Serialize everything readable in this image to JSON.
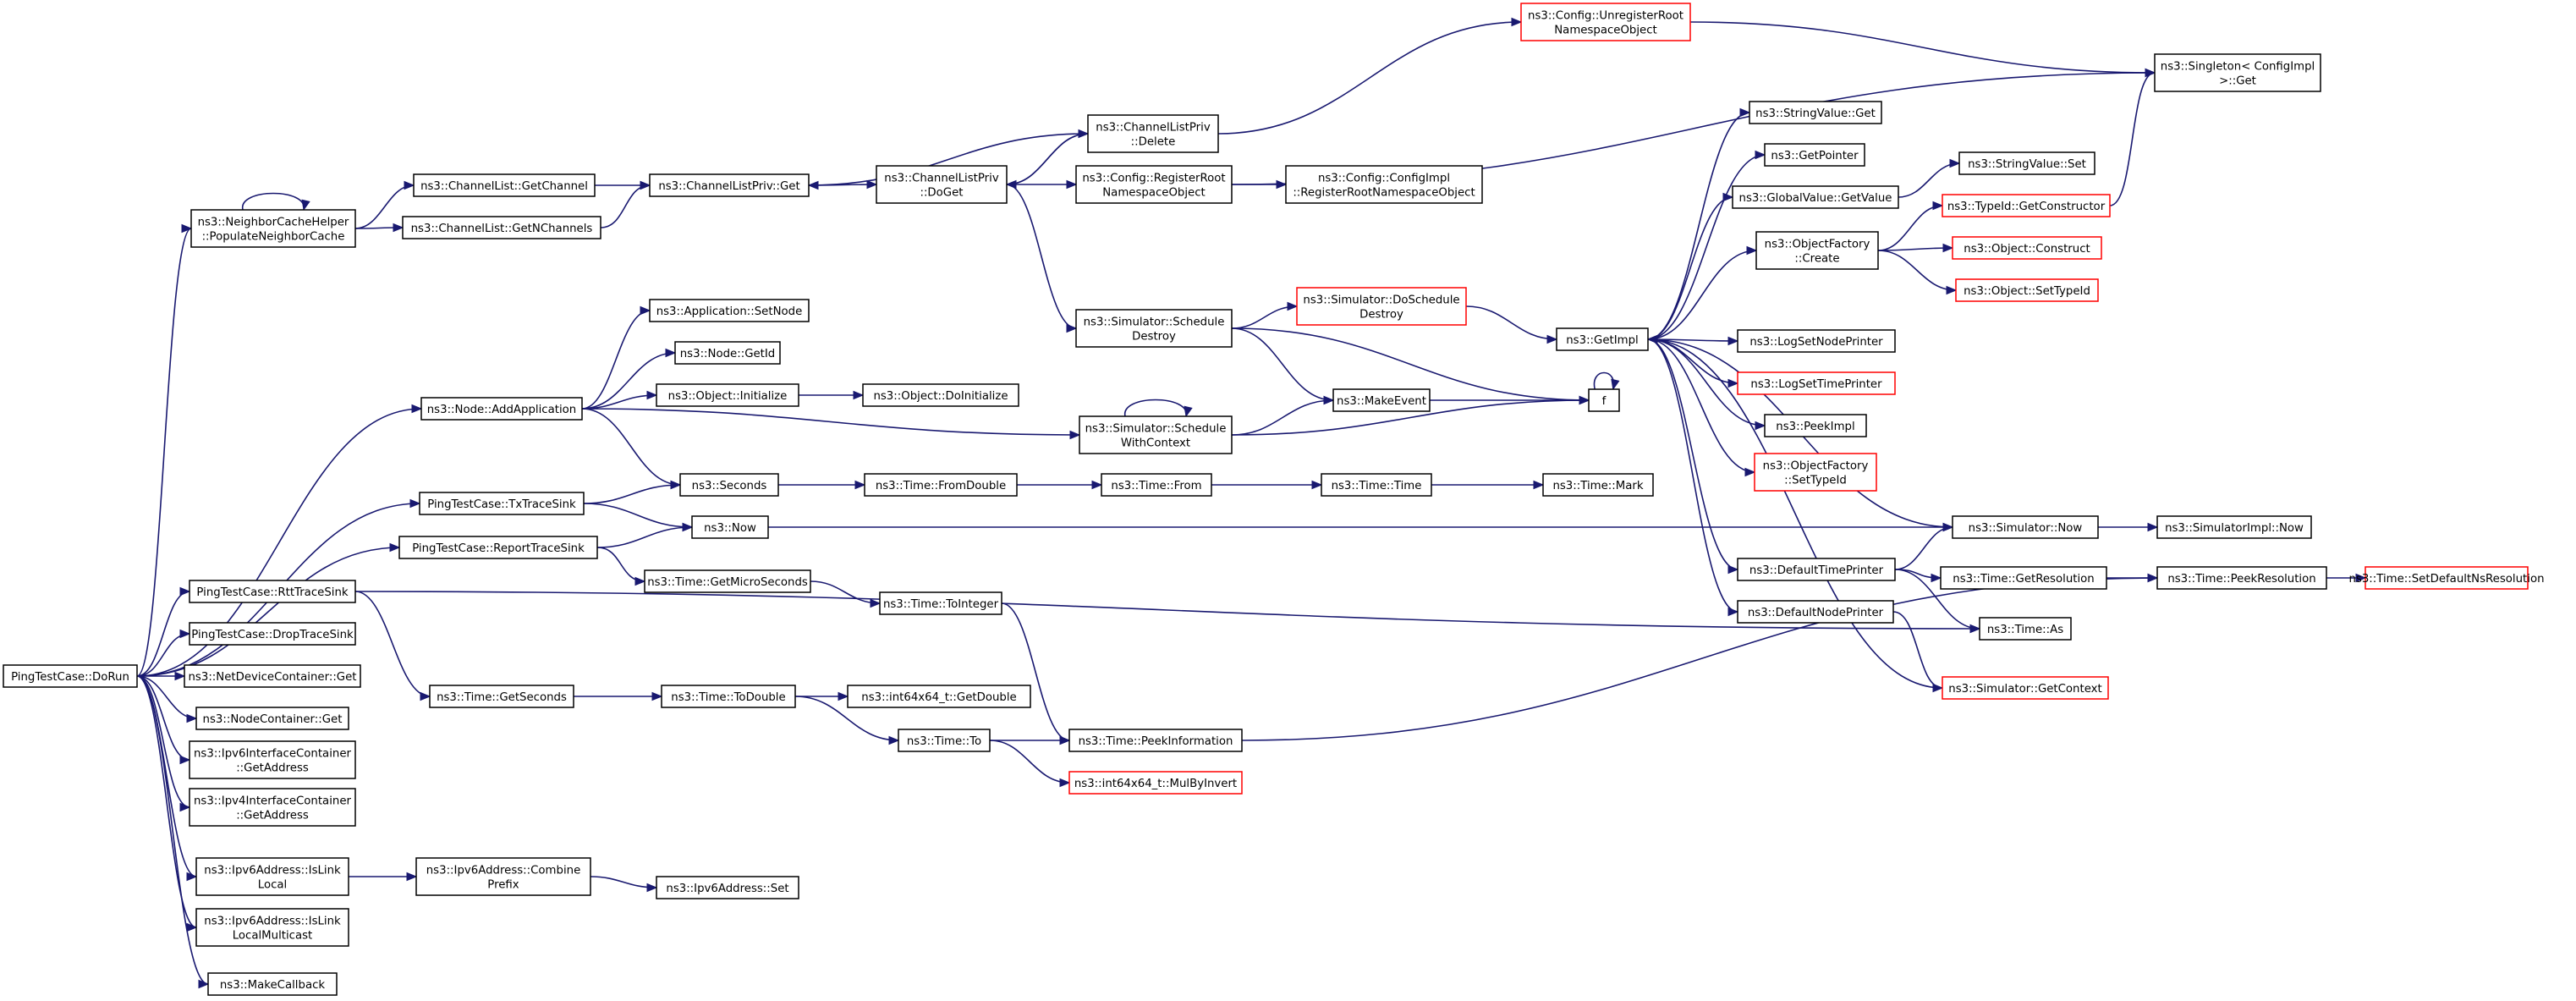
{
  "colors": {
    "edge": "#191970",
    "border": "#000000",
    "truncated_border": "#ff0000",
    "root_fill": "#bfbfbf",
    "fill": "#ffffff",
    "text": "#000000"
  },
  "graph": {
    "nodes": [
      {
        "id": "n0",
        "lines": [
          "PingTestCase::DoRun"
        ],
        "root": true
      },
      {
        "id": "n1",
        "lines": [
          "ns3::NeighborCacheHelper",
          "::PopulateNeighborCache"
        ]
      },
      {
        "id": "n2",
        "lines": [
          "ns3::ChannelList::GetChannel"
        ]
      },
      {
        "id": "n3",
        "lines": [
          "ns3::ChannelList::GetNChannels"
        ]
      },
      {
        "id": "n4",
        "lines": [
          "ns3::ChannelListPriv::Get"
        ]
      },
      {
        "id": "n5",
        "lines": [
          "ns3::ChannelListPriv",
          "::DoGet"
        ]
      },
      {
        "id": "n6",
        "lines": [
          "ns3::ChannelListPriv",
          "::Delete"
        ]
      },
      {
        "id": "n7",
        "lines": [
          "ns3::Config::UnregisterRoot",
          "NamespaceObject"
        ],
        "truncated": true
      },
      {
        "id": "n8",
        "lines": [
          "ns3::Singleton< ConfigImpl",
          " >::Get"
        ]
      },
      {
        "id": "n9",
        "lines": [
          "ns3::Config::RegisterRoot",
          "NamespaceObject"
        ]
      },
      {
        "id": "n10",
        "lines": [
          "ns3::Config::ConfigImpl",
          "::RegisterRootNamespaceObject"
        ]
      },
      {
        "id": "n11",
        "lines": [
          "ns3::Simulator::Schedule",
          "Destroy"
        ]
      },
      {
        "id": "n12",
        "lines": [
          "ns3::Simulator::DoSchedule",
          "Destroy"
        ],
        "truncated": true
      },
      {
        "id": "n13",
        "lines": [
          "ns3::GetImpl"
        ]
      },
      {
        "id": "n14",
        "lines": [
          "ns3::StringValue::Get"
        ]
      },
      {
        "id": "n15",
        "lines": [
          "ns3::GetPointer"
        ]
      },
      {
        "id": "n16",
        "lines": [
          "ns3::GlobalValue::GetValue"
        ]
      },
      {
        "id": "n17",
        "lines": [
          "ns3::StringValue::Set"
        ]
      },
      {
        "id": "n18",
        "lines": [
          "ns3::TypeId::GetConstructor"
        ],
        "truncated": true
      },
      {
        "id": "n19",
        "lines": [
          "ns3::ObjectFactory",
          "::Create"
        ]
      },
      {
        "id": "n20",
        "lines": [
          "ns3::Object::Construct"
        ],
        "truncated": true
      },
      {
        "id": "n21",
        "lines": [
          "ns3::Object::SetTypeId"
        ],
        "truncated": true
      },
      {
        "id": "n22",
        "lines": [
          "ns3::LogSetNodePrinter"
        ]
      },
      {
        "id": "n23",
        "lines": [
          "ns3::LogSetTimePrinter"
        ],
        "truncated": true
      },
      {
        "id": "n24",
        "lines": [
          "ns3::PeekImpl"
        ]
      },
      {
        "id": "n25",
        "lines": [
          "ns3::ObjectFactory",
          "::SetTypeId"
        ],
        "truncated": true
      },
      {
        "id": "n26",
        "lines": [
          "ns3::DefaultTimePrinter"
        ]
      },
      {
        "id": "n27",
        "lines": [
          "ns3::DefaultNodePrinter"
        ]
      },
      {
        "id": "n28",
        "lines": [
          "ns3::Simulator::Now"
        ]
      },
      {
        "id": "n29",
        "lines": [
          "ns3::SimulatorImpl::Now"
        ]
      },
      {
        "id": "n30",
        "lines": [
          "ns3::Time::GetResolution"
        ]
      },
      {
        "id": "n31",
        "lines": [
          "ns3::Time::PeekResolution"
        ]
      },
      {
        "id": "n32",
        "lines": [
          "ns3::Time::SetDefaultNsResolution"
        ],
        "truncated": true
      },
      {
        "id": "n33",
        "lines": [
          "ns3::Time::As"
        ]
      },
      {
        "id": "n34",
        "lines": [
          "ns3::Simulator::GetContext"
        ],
        "truncated": true
      },
      {
        "id": "n35",
        "lines": [
          "f"
        ]
      },
      {
        "id": "n36",
        "lines": [
          "ns3::MakeEvent"
        ]
      },
      {
        "id": "n37",
        "lines": [
          "ns3::Simulator::Schedule",
          "WithContext"
        ]
      },
      {
        "id": "n38",
        "lines": [
          "ns3::Node::AddApplication"
        ]
      },
      {
        "id": "n39",
        "lines": [
          "ns3::Application::SetNode"
        ]
      },
      {
        "id": "n40",
        "lines": [
          "ns3::Node::GetId"
        ]
      },
      {
        "id": "n41",
        "lines": [
          "ns3::Object::Initialize"
        ]
      },
      {
        "id": "n42",
        "lines": [
          "ns3::Object::DoInitialize"
        ]
      },
      {
        "id": "n43",
        "lines": [
          "PingTestCase::TxTraceSink"
        ]
      },
      {
        "id": "n44",
        "lines": [
          "ns3::Seconds"
        ]
      },
      {
        "id": "n45",
        "lines": [
          "ns3::Time::FromDouble"
        ]
      },
      {
        "id": "n46",
        "lines": [
          "ns3::Time::From"
        ]
      },
      {
        "id": "n47",
        "lines": [
          "ns3::Time::Time"
        ]
      },
      {
        "id": "n48",
        "lines": [
          "ns3::Time::Mark"
        ]
      },
      {
        "id": "n49",
        "lines": [
          "ns3::Now"
        ]
      },
      {
        "id": "n50",
        "lines": [
          "PingTestCase::ReportTraceSink"
        ]
      },
      {
        "id": "n51",
        "lines": [
          "ns3::Time::GetMicroSeconds"
        ]
      },
      {
        "id": "n52",
        "lines": [
          "ns3::Time::ToInteger"
        ]
      },
      {
        "id": "n53",
        "lines": [
          "PingTestCase::RttTraceSink"
        ]
      },
      {
        "id": "n54",
        "lines": [
          "PingTestCase::DropTraceSink"
        ]
      },
      {
        "id": "n55",
        "lines": [
          "ns3::Time::GetSeconds"
        ]
      },
      {
        "id": "n56",
        "lines": [
          "ns3::Time::ToDouble"
        ]
      },
      {
        "id": "n57",
        "lines": [
          "ns3::int64x64_t::GetDouble"
        ]
      },
      {
        "id": "n58",
        "lines": [
          "ns3::Time::To"
        ]
      },
      {
        "id": "n59",
        "lines": [
          "ns3::Time::PeekInformation"
        ]
      },
      {
        "id": "n60",
        "lines": [
          "ns3::int64x64_t::MulByInvert"
        ],
        "truncated": true
      },
      {
        "id": "n61",
        "lines": [
          "ns3::NetDeviceContainer::Get"
        ]
      },
      {
        "id": "n62",
        "lines": [
          "ns3::NodeContainer::Get"
        ]
      },
      {
        "id": "n63",
        "lines": [
          "ns3::Ipv6InterfaceContainer",
          "::GetAddress"
        ]
      },
      {
        "id": "n64",
        "lines": [
          "ns3::Ipv4InterfaceContainer",
          "::GetAddress"
        ]
      },
      {
        "id": "n65",
        "lines": [
          "ns3::Ipv6Address::IsLink",
          "Local"
        ]
      },
      {
        "id": "n66",
        "lines": [
          "ns3::Ipv6Address::Combine",
          "Prefix"
        ]
      },
      {
        "id": "n67",
        "lines": [
          "ns3::Ipv6Address::Set"
        ]
      },
      {
        "id": "n68",
        "lines": [
          "ns3::Ipv6Address::IsLink",
          "LocalMulticast"
        ]
      },
      {
        "id": "n69",
        "lines": [
          "ns3::MakeCallback"
        ]
      }
    ],
    "edges": [
      [
        "n0",
        "n1"
      ],
      [
        "n0",
        "n38"
      ],
      [
        "n0",
        "n43"
      ],
      [
        "n0",
        "n50"
      ],
      [
        "n0",
        "n53"
      ],
      [
        "n0",
        "n54"
      ],
      [
        "n0",
        "n61"
      ],
      [
        "n0",
        "n62"
      ],
      [
        "n0",
        "n63"
      ],
      [
        "n0",
        "n64"
      ],
      [
        "n0",
        "n65"
      ],
      [
        "n0",
        "n68"
      ],
      [
        "n0",
        "n69"
      ],
      [
        "n1",
        "n1"
      ],
      [
        "n1",
        "n2"
      ],
      [
        "n1",
        "n3"
      ],
      [
        "n2",
        "n4"
      ],
      [
        "n3",
        "n4"
      ],
      [
        "n4",
        "n5"
      ],
      [
        "n5",
        "n6"
      ],
      [
        "n5",
        "n9"
      ],
      [
        "n5",
        "n11"
      ],
      [
        "n6",
        "n4"
      ],
      [
        "n6",
        "n5"
      ],
      [
        "n6",
        "n7"
      ],
      [
        "n7",
        "n8"
      ],
      [
        "n9",
        "n8"
      ],
      [
        "n9",
        "n10"
      ],
      [
        "n11",
        "n12"
      ],
      [
        "n11",
        "n35"
      ],
      [
        "n11",
        "n36"
      ],
      [
        "n12",
        "n13"
      ],
      [
        "n13",
        "n14"
      ],
      [
        "n13",
        "n15"
      ],
      [
        "n13",
        "n16"
      ],
      [
        "n13",
        "n19"
      ],
      [
        "n13",
        "n22"
      ],
      [
        "n13",
        "n23"
      ],
      [
        "n13",
        "n24"
      ],
      [
        "n13",
        "n25"
      ],
      [
        "n13",
        "n26"
      ],
      [
        "n13",
        "n27"
      ],
      [
        "n16",
        "n17"
      ],
      [
        "n18",
        "n8"
      ],
      [
        "n19",
        "n18"
      ],
      [
        "n19",
        "n20"
      ],
      [
        "n19",
        "n21"
      ],
      [
        "n26",
        "n28"
      ],
      [
        "n26",
        "n30"
      ],
      [
        "n26",
        "n33"
      ],
      [
        "n27",
        "n34"
      ],
      [
        "n28",
        "n13"
      ],
      [
        "n28",
        "n29"
      ],
      [
        "n30",
        "n31"
      ],
      [
        "n31",
        "n32"
      ],
      [
        "n34",
        "n13"
      ],
      [
        "n35",
        "n35"
      ],
      [
        "n36",
        "n35"
      ],
      [
        "n37",
        "n37"
      ],
      [
        "n37",
        "n36"
      ],
      [
        "n37",
        "n35"
      ],
      [
        "n38",
        "n39"
      ],
      [
        "n38",
        "n40"
      ],
      [
        "n38",
        "n41"
      ],
      [
        "n38",
        "n37"
      ],
      [
        "n38",
        "n44"
      ],
      [
        "n41",
        "n42"
      ],
      [
        "n43",
        "n44"
      ],
      [
        "n43",
        "n49"
      ],
      [
        "n44",
        "n45"
      ],
      [
        "n45",
        "n46"
      ],
      [
        "n46",
        "n47"
      ],
      [
        "n47",
        "n48"
      ],
      [
        "n49",
        "n28"
      ],
      [
        "n50",
        "n49"
      ],
      [
        "n50",
        "n51"
      ],
      [
        "n51",
        "n52"
      ],
      [
        "n52",
        "n59"
      ],
      [
        "n53",
        "n33"
      ],
      [
        "n53",
        "n55"
      ],
      [
        "n55",
        "n56"
      ],
      [
        "n56",
        "n57"
      ],
      [
        "n56",
        "n58"
      ],
      [
        "n58",
        "n59"
      ],
      [
        "n58",
        "n60"
      ],
      [
        "n59",
        "n31"
      ],
      [
        "n65",
        "n66"
      ],
      [
        "n66",
        "n67"
      ]
    ]
  }
}
